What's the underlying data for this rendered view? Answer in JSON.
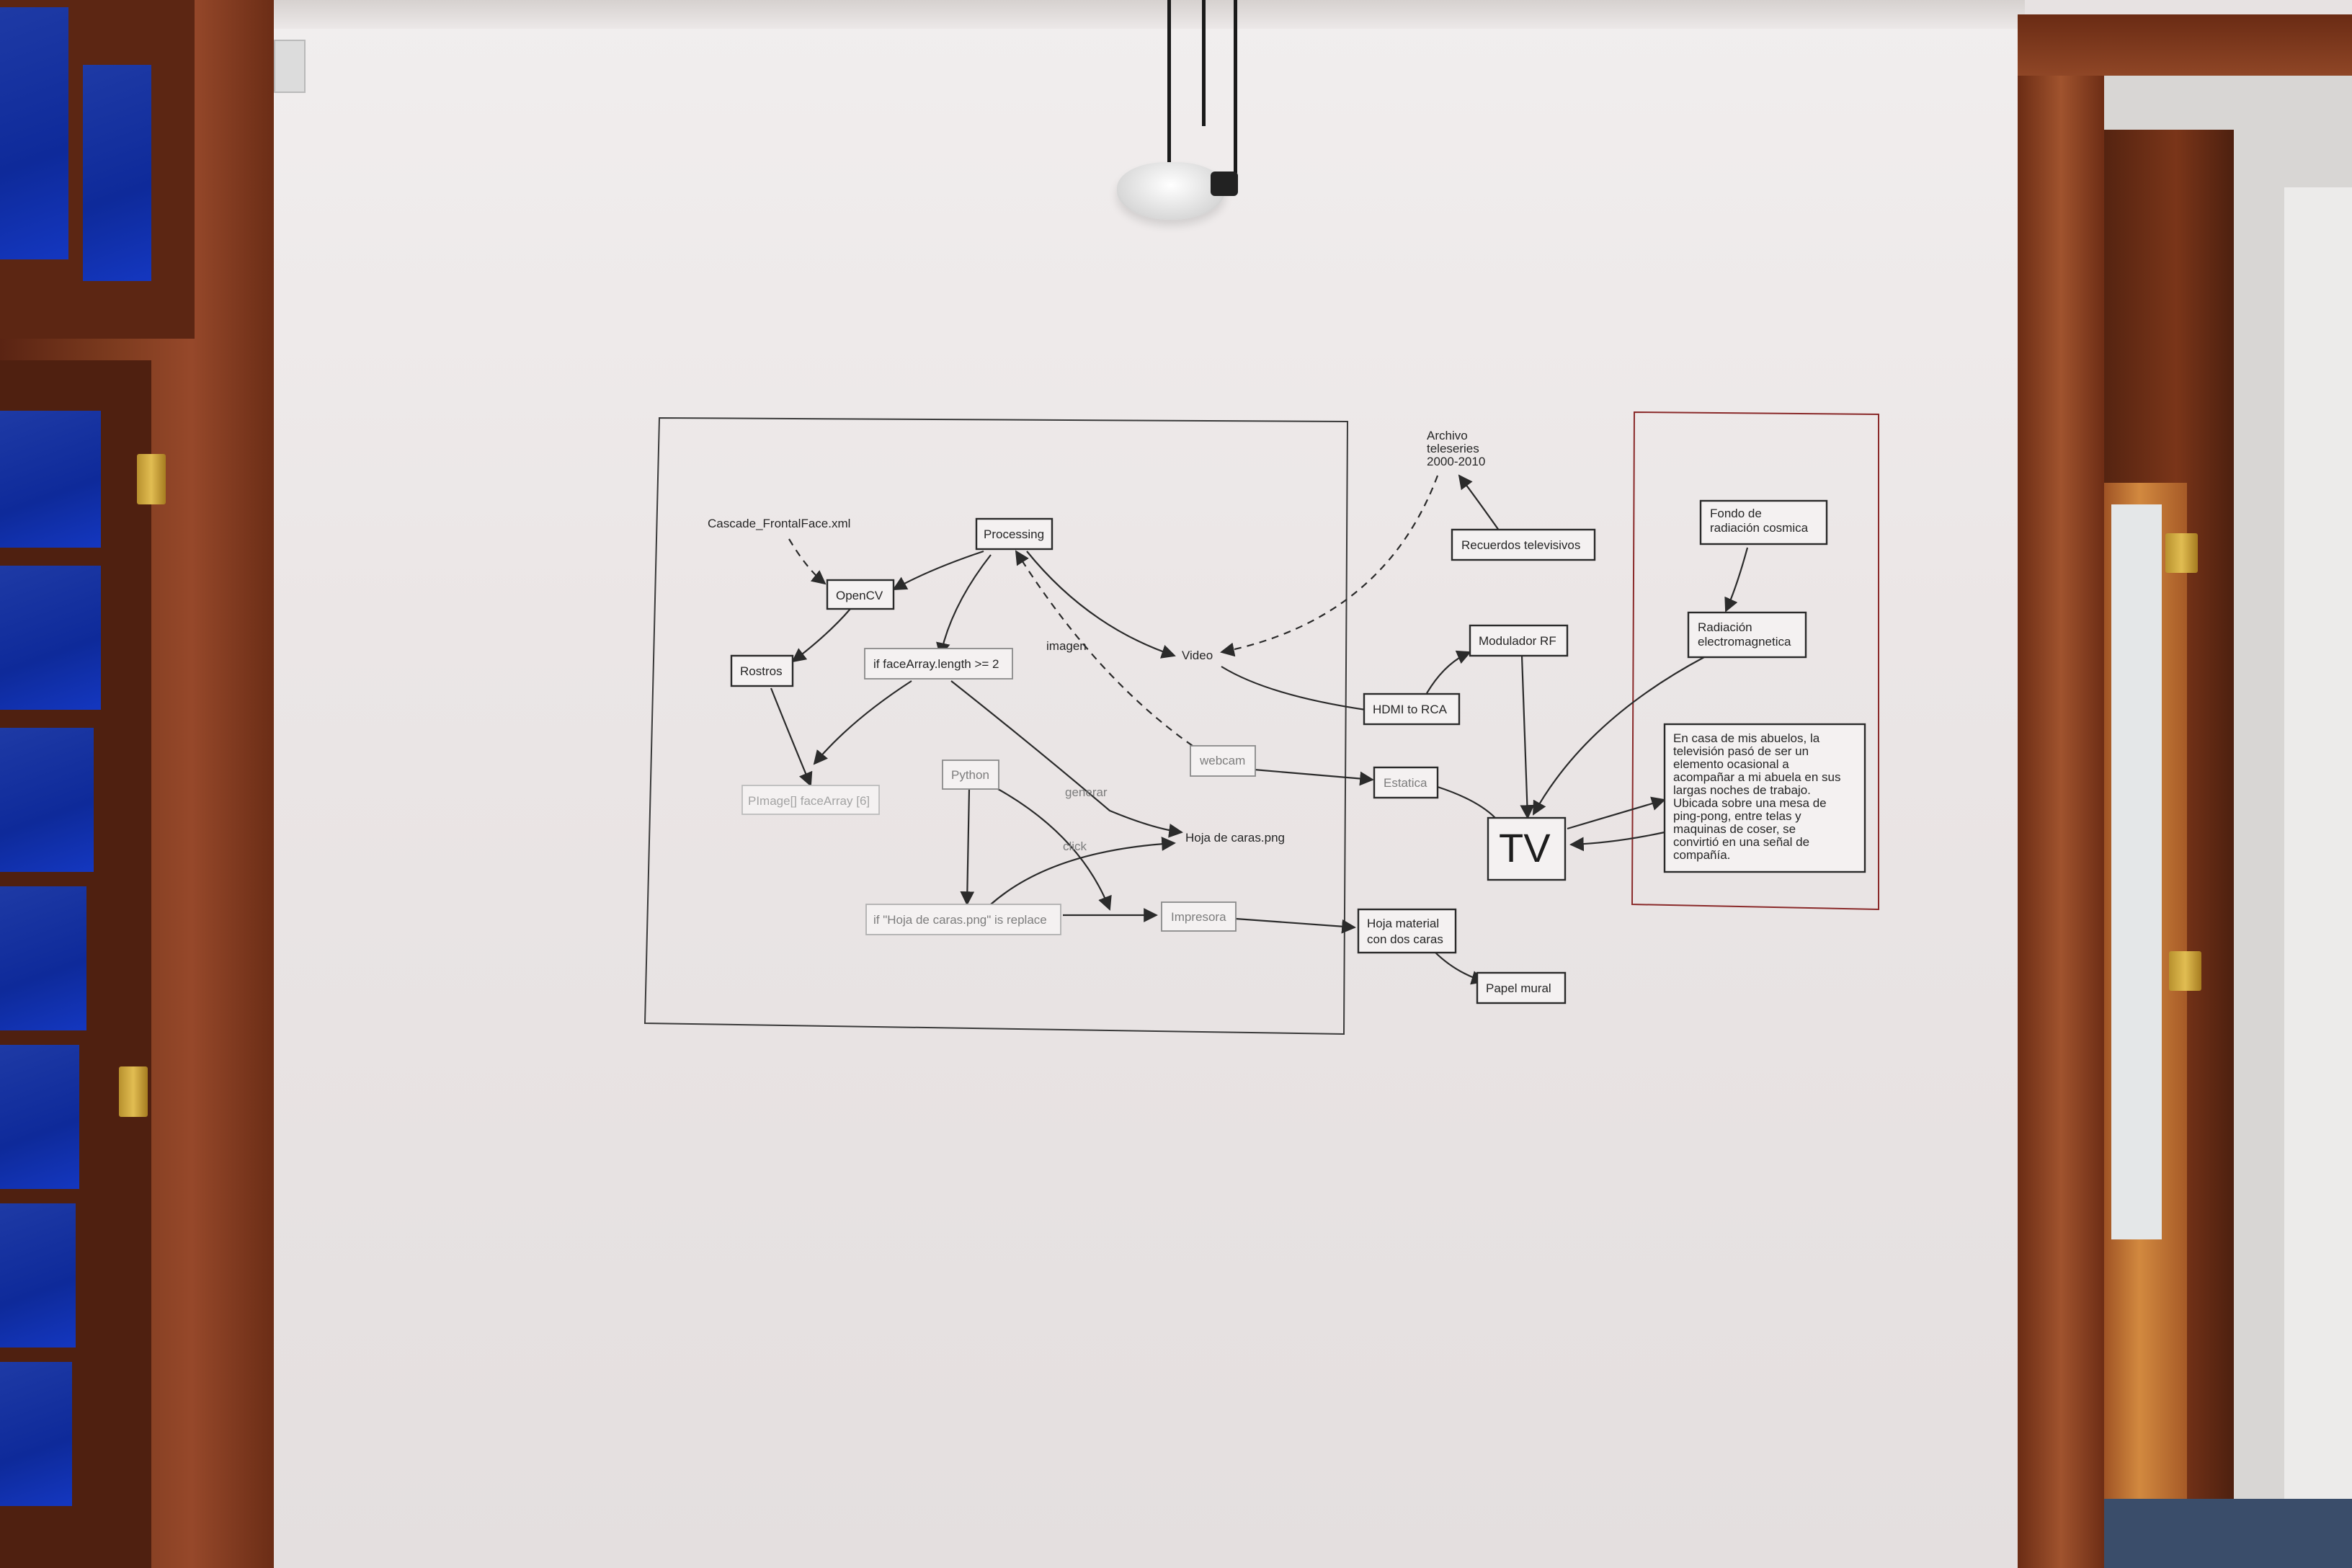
{
  "diagram": {
    "nodes": {
      "cascade": "Cascade_FrontalFace.xml",
      "processing": "Processing",
      "opencv": "OpenCV",
      "rostros": "Rostros",
      "if_facearray": "if faceArray.length >= 2",
      "pimage": "PImage[] faceArray [6]",
      "python": "Python",
      "hoja_png": "Hoja de caras.png",
      "if_hoja": "if \"Hoja de caras.png\" is replace",
      "impresora": "Impresora",
      "hoja_material_1": "Hoja material",
      "hoja_material_2": "con dos caras",
      "papel_mural": "Papel mural",
      "webcam": "webcam",
      "video": "Video",
      "archivo_1": "Archivo",
      "archivo_2": "teleseries",
      "archivo_3": "2000-2010",
      "recuerdos": "Recuerdos televisivos",
      "modulador": "Modulador RF",
      "hdmi": "HDMI to RCA",
      "estatica": "Estatica",
      "tv": "TV",
      "fondo_1": "Fondo de",
      "fondo_2": "radiación cosmica",
      "radiacion_1": "Radiación",
      "radiacion_2": "electromagnetica"
    },
    "edge_labels": {
      "imagen": "imagen",
      "generar": "generar",
      "click": "click"
    },
    "story_lines": [
      "En casa de mis abuelos, la",
      "televisión pasó de ser un",
      "elemento ocasional a",
      "acompañar a mi abuela en sus",
      "largas noches de trabajo.",
      "Ubicada sobre una mesa de",
      "ping-pong, entre telas y",
      "maquinas de coser, se",
      "convirtió en una señal de",
      "compañía."
    ]
  }
}
